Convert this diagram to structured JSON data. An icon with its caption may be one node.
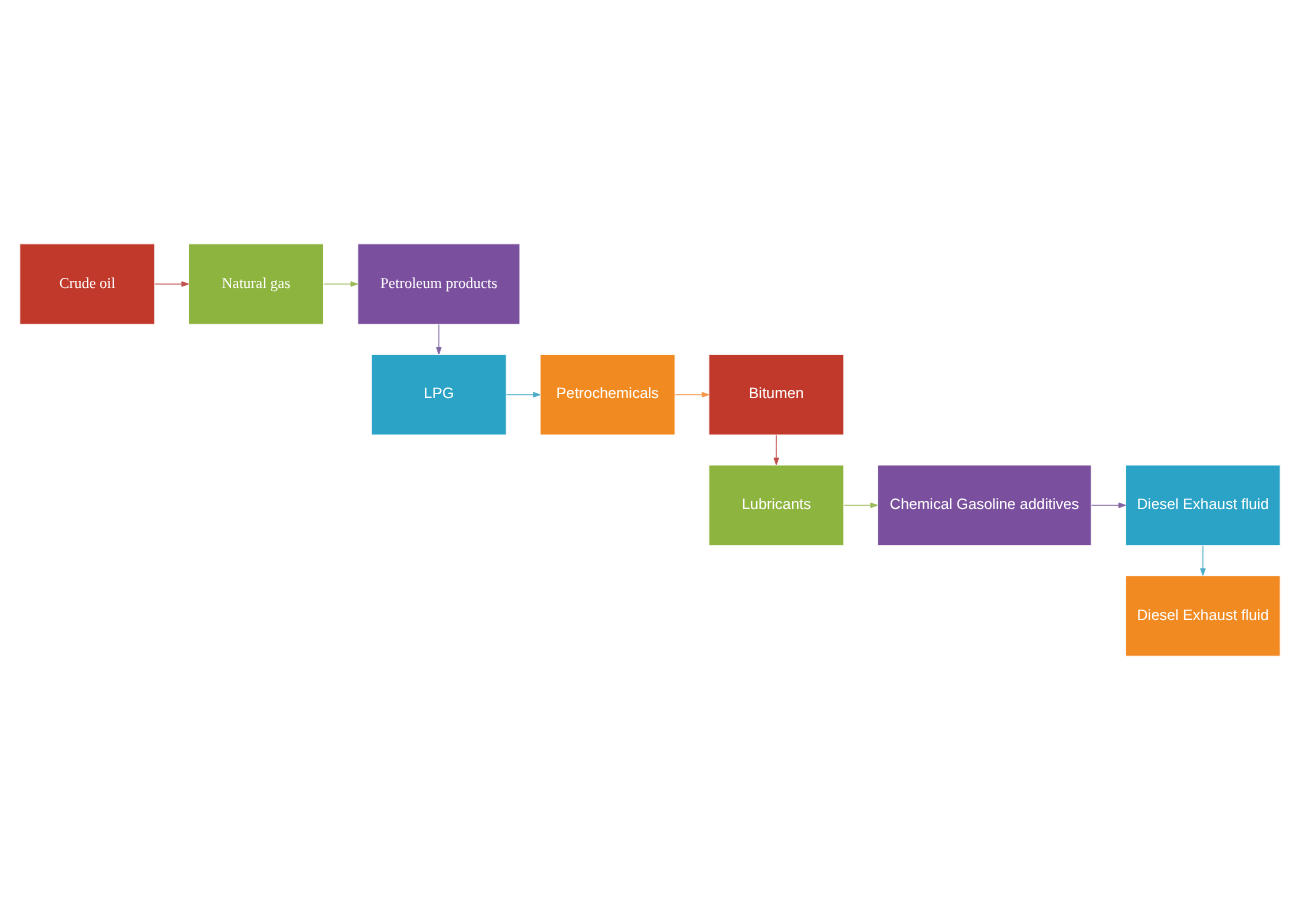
{
  "diagram": {
    "nodes": [
      {
        "text": [
          "Crude oil"
        ]
      },
      {
        "text": [
          "Natural gas"
        ]
      },
      {
        "text": [
          "Petroleum products"
        ]
      },
      {
        "text": [
          "LPG"
        ]
      },
      {
        "text": [
          "Petrochemicals"
        ]
      },
      {
        "text": [
          "Bitumen"
        ]
      },
      {
        "text": [
          "Lubricants"
        ]
      },
      {
        "text": [
          "Chemical Gasoline additives"
        ]
      },
      {
        "text": [
          "Diesel Exhaust fluid"
        ]
      },
      {
        "text": [
          "Diesel Exhaust fluid"
        ]
      }
    ],
    "edges": [
      {
        "from": 0,
        "to": 1,
        "arrow": "to",
        "color": "#c0504d"
      },
      {
        "from": 1,
        "to": 2,
        "arrow": "to",
        "color": "#9bbb59"
      },
      {
        "from": 2,
        "to": 3,
        "arrow": "to",
        "color": "#8064a2"
      },
      {
        "from": 3,
        "to": 4,
        "arrow": "to",
        "color": "#4bacc6"
      },
      {
        "from": 4,
        "to": 5,
        "arrow": "to",
        "color": "#f79646"
      },
      {
        "from": 5,
        "to": 6,
        "arrow": "to",
        "color": "#c0504d"
      },
      {
        "from": 6,
        "to": 7,
        "arrow": "to",
        "color": "#9bbb59"
      },
      {
        "from": 7,
        "to": 8,
        "arrow": "to",
        "color": "#8064a2"
      },
      {
        "from": 8,
        "to": 9,
        "arrow": "to",
        "color": "#4bacc6"
      }
    ]
  }
}
